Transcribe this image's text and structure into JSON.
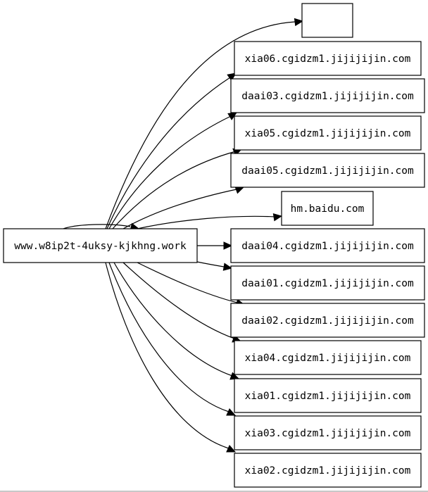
{
  "graph": {
    "source": {
      "id": "root",
      "label": "www.w8ip2t-4uksy-kjkhng.work"
    },
    "targets": [
      {
        "id": "empty",
        "label": ""
      },
      {
        "id": "xia06",
        "label": "xia06.cgidzm1.jijijijin.com"
      },
      {
        "id": "daai03",
        "label": "daai03.cgidzm1.jijijijin.com"
      },
      {
        "id": "xia05",
        "label": "xia05.cgidzm1.jijijijin.com"
      },
      {
        "id": "daai05",
        "label": "daai05.cgidzm1.jijijijin.com"
      },
      {
        "id": "hmbaidu",
        "label": "hm.baidu.com"
      },
      {
        "id": "daai04",
        "label": "daai04.cgidzm1.jijijijin.com"
      },
      {
        "id": "daai01",
        "label": "daai01.cgidzm1.jijijijin.com"
      },
      {
        "id": "daai02",
        "label": "daai02.cgidzm1.jijijijin.com"
      },
      {
        "id": "xia04",
        "label": "xia04.cgidzm1.jijijijin.com"
      },
      {
        "id": "xia01",
        "label": "xia01.cgidzm1.jijijijin.com"
      },
      {
        "id": "xia03",
        "label": "xia03.cgidzm1.jijijijin.com"
      },
      {
        "id": "xia02",
        "label": "xia02.cgidzm1.jijijijin.com"
      }
    ],
    "edges": [
      {
        "from": "root",
        "to": "root"
      },
      {
        "from": "root",
        "to": "empty"
      },
      {
        "from": "root",
        "to": "xia06"
      },
      {
        "from": "root",
        "to": "daai03"
      },
      {
        "from": "root",
        "to": "xia05"
      },
      {
        "from": "root",
        "to": "daai05"
      },
      {
        "from": "root",
        "to": "hmbaidu"
      },
      {
        "from": "root",
        "to": "daai04"
      },
      {
        "from": "root",
        "to": "daai01"
      },
      {
        "from": "root",
        "to": "daai02"
      },
      {
        "from": "root",
        "to": "xia04"
      },
      {
        "from": "root",
        "to": "xia01"
      },
      {
        "from": "root",
        "to": "xia03"
      },
      {
        "from": "root",
        "to": "xia02"
      }
    ]
  }
}
